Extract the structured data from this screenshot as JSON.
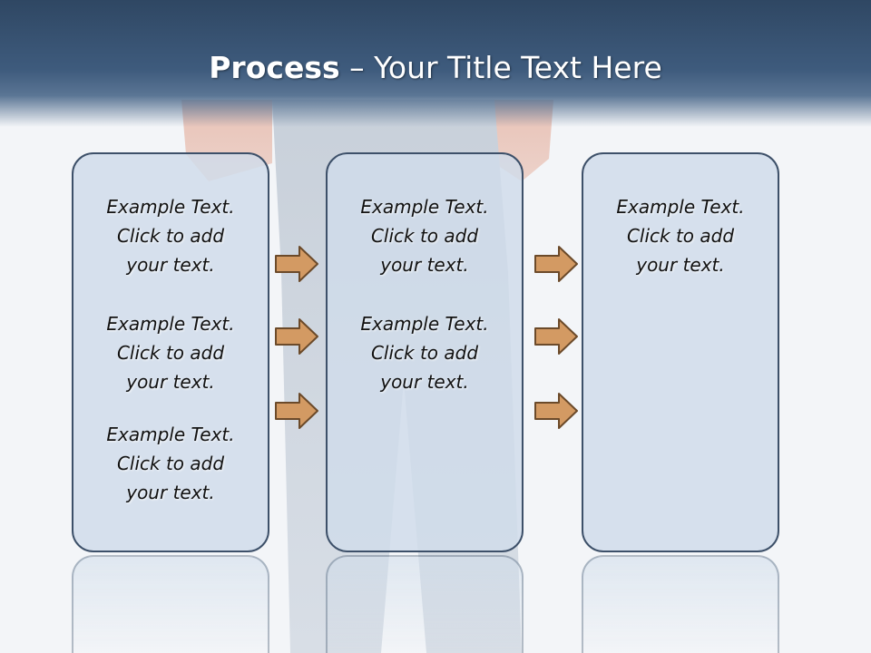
{
  "title": {
    "bold": "Process",
    "rest": "– Your Title Text Here"
  },
  "columns": [
    {
      "items": [
        {
          "line1": "Example Text.",
          "line2": "Click  to add",
          "line3": "your text."
        },
        {
          "line1": "Example Text.",
          "line2": "Click  to add",
          "line3": "your text."
        },
        {
          "line1": "Example Text.",
          "line2": "Click  to add",
          "line3": "your text."
        }
      ]
    },
    {
      "items": [
        {
          "line1": "Example Text.",
          "line2": "Click  to add",
          "line3": "your text."
        },
        {
          "line1": "Example Text.",
          "line2": "Click  to add",
          "line3": "your text."
        }
      ]
    },
    {
      "items": [
        {
          "line1": "Example Text.",
          "line2": "Click  to add",
          "line3": "your text."
        }
      ]
    }
  ],
  "colors": {
    "header": "#2f4763",
    "box_fill": "#cfdcea",
    "box_border": "#3d5069",
    "arrow_fill": "#d39a63",
    "arrow_stroke": "#6b4a2a"
  },
  "icons": {
    "arrow": "right-arrow-icon"
  }
}
